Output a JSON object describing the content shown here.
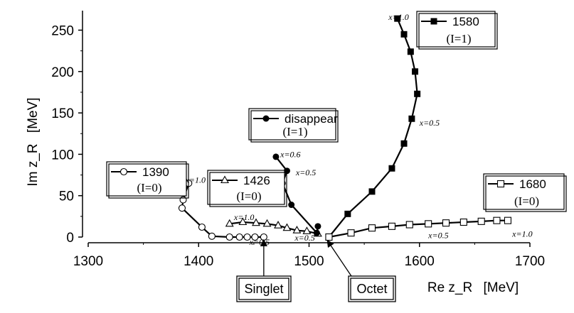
{
  "chart_data": {
    "type": "scatter",
    "xlabel": "Re z_R",
    "xunit": "[MeV]",
    "ylabel": "Im z_R",
    "yunit": "[MeV]",
    "xlim": [
      1300,
      1700
    ],
    "ylim": [
      0,
      265
    ],
    "xticks": [
      1300,
      1400,
      1500,
      1600,
      1700
    ],
    "yticks": [
      0,
      50,
      100,
      150,
      200,
      250
    ],
    "series": [
      {
        "name": "1390",
        "isospin": "(I=0)",
        "marker": "open-circle",
        "points": [
          [
            1459,
            0
          ],
          [
            1451,
            0
          ],
          [
            1444,
            0
          ],
          [
            1437,
            0
          ],
          [
            1428,
            0
          ],
          [
            1412,
            1
          ],
          [
            1403,
            12
          ],
          [
            1385,
            35
          ],
          [
            1386,
            45
          ],
          [
            1391,
            65
          ]
        ]
      },
      {
        "name": "1426",
        "isospin": "(I=0)",
        "marker": "open-triangle",
        "points": [
          [
            1508,
            4
          ],
          [
            1498,
            7
          ],
          [
            1489,
            8
          ],
          [
            1480,
            11
          ],
          [
            1472,
            14
          ],
          [
            1462,
            16
          ],
          [
            1452,
            17
          ],
          [
            1440,
            18
          ],
          [
            1428,
            16
          ]
        ]
      },
      {
        "name": "1580",
        "isospin": "(I=1)",
        "marker": "filled-square",
        "points": [
          [
            1518,
            0
          ],
          [
            1535,
            28
          ],
          [
            1557,
            55
          ],
          [
            1575,
            83
          ],
          [
            1586,
            113
          ],
          [
            1593,
            143
          ],
          [
            1598,
            173
          ],
          [
            1596,
            200
          ],
          [
            1592,
            224
          ],
          [
            1586,
            245
          ],
          [
            1580,
            264
          ]
        ]
      },
      {
        "name": "1680",
        "isospin": "(I=0)",
        "marker": "open-square",
        "points": [
          [
            1518,
            0
          ],
          [
            1538,
            5
          ],
          [
            1557,
            11
          ],
          [
            1575,
            13
          ],
          [
            1591,
            15
          ],
          [
            1608,
            16
          ],
          [
            1624,
            17
          ],
          [
            1640,
            18
          ],
          [
            1656,
            19
          ],
          [
            1670,
            20
          ],
          [
            1680,
            20
          ]
        ]
      },
      {
        "name": "disappear",
        "isospin": "(I=1)",
        "marker": "filled-circle",
        "points": [
          [
            1508,
            13
          ],
          [
            1507,
            5
          ],
          [
            1484,
            39
          ],
          [
            1476,
            65
          ],
          [
            1480,
            80
          ],
          [
            1470,
            97
          ]
        ]
      }
    ],
    "annotations": [
      {
        "text": "x=1.0",
        "at": [
          1388,
          69
        ]
      },
      {
        "text": "x=1.0",
        "at": [
          1432,
          24
        ]
      },
      {
        "text": "x=0.5",
        "at": [
          1446,
          -6
        ]
      },
      {
        "text": "x=0.5",
        "at": [
          1487,
          -1
        ]
      },
      {
        "text": "x=0.6",
        "at": [
          1474,
          100
        ]
      },
      {
        "text": "x=0.5",
        "at": [
          1488,
          78
        ]
      },
      {
        "text": "x=1.0",
        "at": [
          1572,
          266
        ]
      },
      {
        "text": "x=0.5",
        "at": [
          1600,
          138
        ]
      },
      {
        "text": "x=0.5",
        "at": [
          1608,
          2
        ]
      },
      {
        "text": "x=1.0",
        "at": [
          1684,
          4
        ]
      }
    ],
    "boxed_labels": [
      {
        "text": "Singlet",
        "points_to": [
          1459,
          0
        ]
      },
      {
        "text": "Octet",
        "points_to": [
          1518,
          0
        ]
      }
    ]
  }
}
